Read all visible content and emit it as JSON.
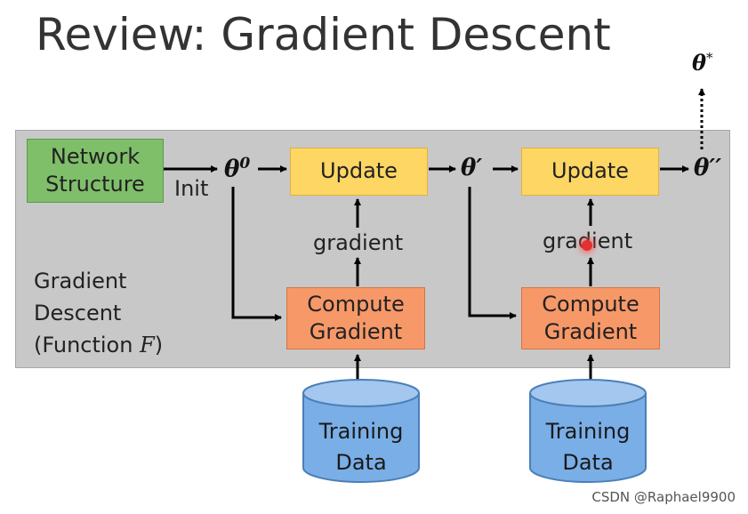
{
  "title": "Review: Gradient Descent",
  "network_box": {
    "line1": "Network",
    "line2": "Structure"
  },
  "init_label": "Init",
  "theta0": {
    "base": "θ",
    "sup": "0"
  },
  "theta_prime": "θ′",
  "theta_double_prime": "θ′′",
  "theta_star": {
    "base": "θ",
    "sup": "*"
  },
  "update_label": "Update",
  "gradient_label": "gradient",
  "compute_box": {
    "line1": "Compute",
    "line2": "Gradient"
  },
  "gd_label": {
    "line1": "Gradient",
    "line2": "Descent",
    "line3_prefix": "(Function ",
    "line3_var": "F",
    "line3_suffix": ")"
  },
  "training_data": {
    "line1": "Training",
    "line2": "Data"
  },
  "watermark": "CSDN @Raphael9900",
  "colors": {
    "network": "#7fbf6a",
    "update": "#fdd663",
    "compute": "#f79868",
    "cylinder": "#7aaee6",
    "panel": "#c8c8c8"
  }
}
